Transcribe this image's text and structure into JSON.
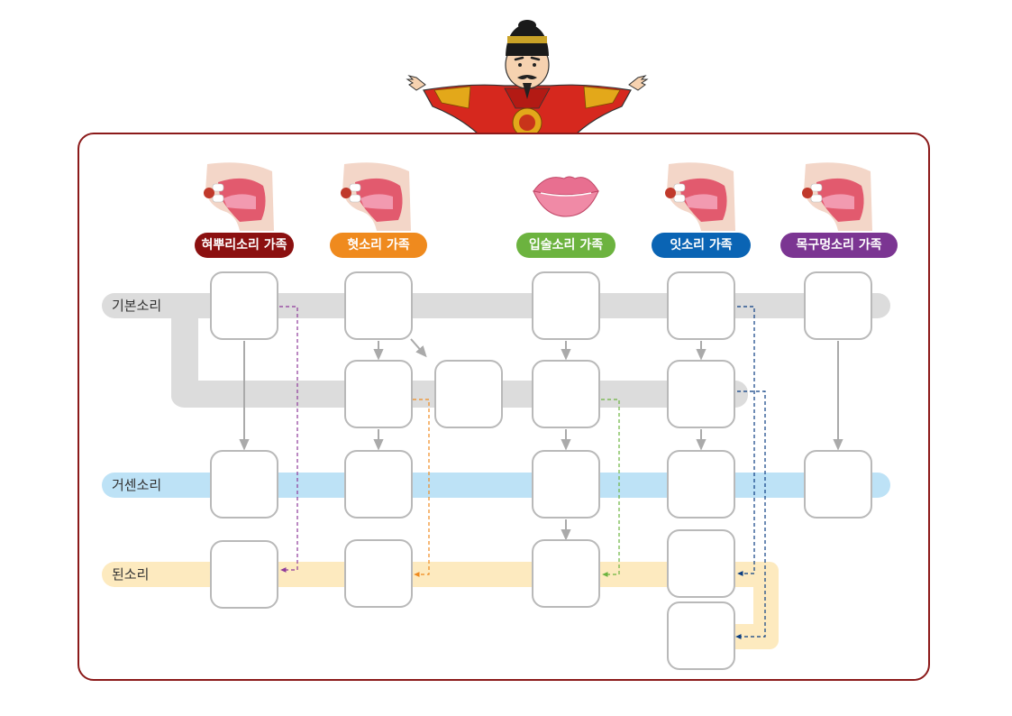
{
  "families": [
    {
      "id": "velar",
      "label": "혀뿌리소리 가족",
      "color": "#8b1010",
      "picture": "mouth-section"
    },
    {
      "id": "alveolar",
      "label": "혓소리 가족",
      "color": "#ef8a1e",
      "picture": "mouth-section"
    },
    {
      "id": "labial",
      "label": "입술소리 가족",
      "color": "#6cb33f",
      "picture": "lips"
    },
    {
      "id": "dental",
      "label": "잇소리 가족",
      "color": "#0a64b4",
      "picture": "mouth-section"
    },
    {
      "id": "glottal",
      "label": "목구멍소리 가족",
      "color": "#7b3592",
      "picture": "mouth-section"
    }
  ],
  "rows": [
    {
      "id": "basic",
      "label": "기본소리",
      "color": "#dcdcdc"
    },
    {
      "id": "aspirated",
      "label": "거센소리",
      "color": "#bde2f6"
    },
    {
      "id": "tense",
      "label": "된소리",
      "color": "#fdeabf"
    }
  ],
  "character": {
    "name": "king-sejong-illustration"
  },
  "colors": {
    "frame": "#8b1a1a",
    "box_border": "#b9b9b9",
    "arrow": "#aaaaaa"
  }
}
